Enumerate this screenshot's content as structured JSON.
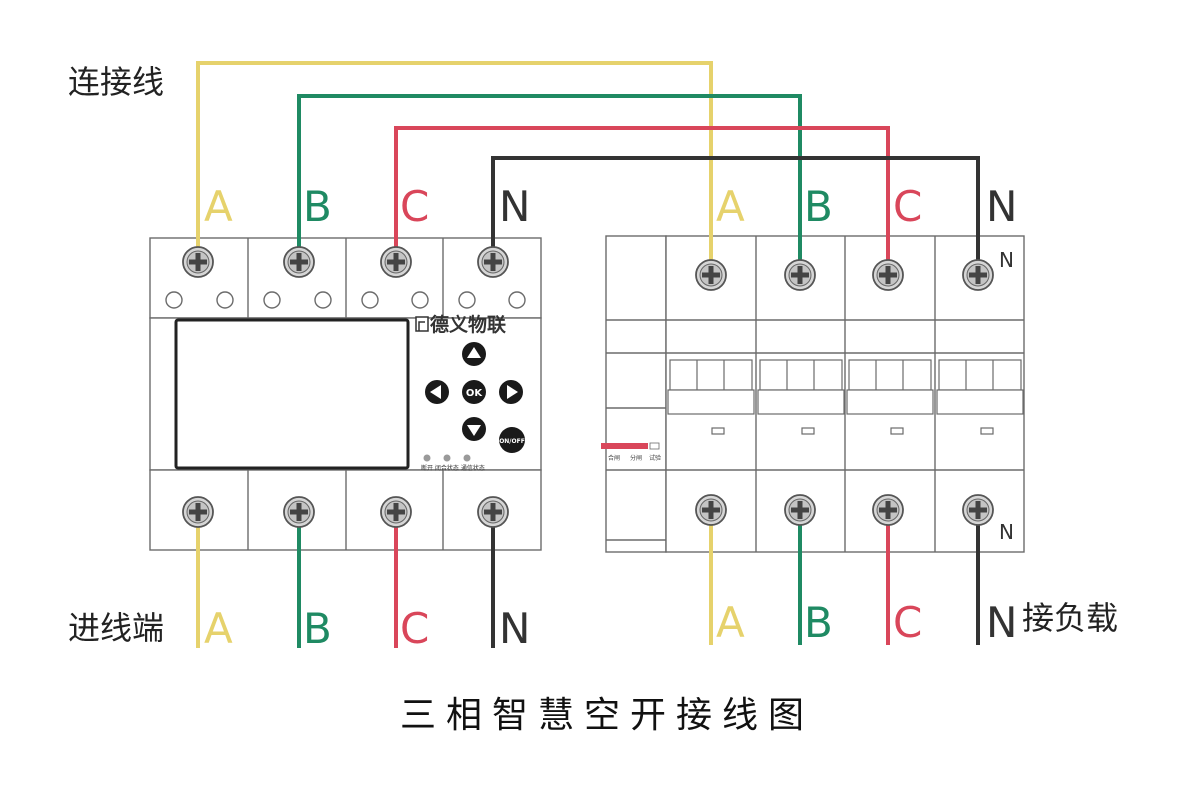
{
  "labels": {
    "connect_wire": "连接线",
    "incoming_end": "进线端",
    "load": "接负载",
    "title": "三相智慧空开接线图",
    "brand": "德义物联",
    "ok_button": "OK",
    "onoff_button": "ON/OFF",
    "indicators": "断开 闭合状态 通信状态",
    "breaker_labels": [
      "合闸",
      "分闸",
      "试验"
    ]
  },
  "phases": {
    "a": "A",
    "b": "B",
    "c": "C",
    "n": "N"
  },
  "colors": {
    "a": "#e6d26c",
    "b": "#1f8a63",
    "c": "#d9465a",
    "n": "#333333",
    "outline": "#6b6b6b",
    "fill": "#ffffff",
    "screw": "#d6d6d6"
  },
  "icons": [
    "screw-terminal-icon",
    "arrow-up-icon",
    "arrow-down-icon",
    "arrow-left-icon",
    "arrow-right-icon",
    "brand-logo-icon"
  ]
}
